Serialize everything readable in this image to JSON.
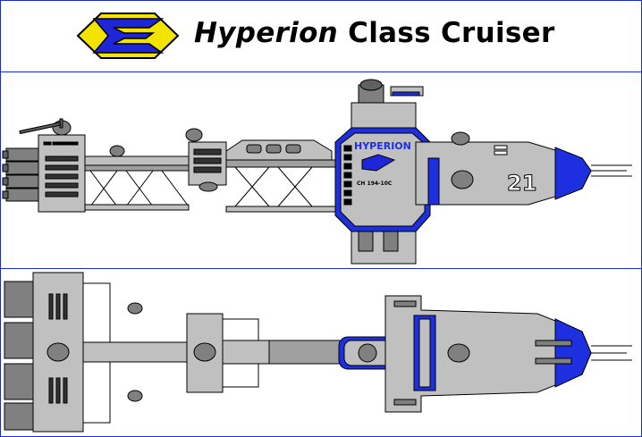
{
  "title": {
    "word1": "Hyperion",
    "word2": "Class Cruiser"
  },
  "colors": {
    "border": "#1a2ccc",
    "hull": "#c0c0c0",
    "hull_dark": "#808080",
    "stripe_blue": "#1e2fe0",
    "logo_yellow": "#f2e400",
    "logo_blue": "#1f26d8",
    "outline": "#000000"
  },
  "side_view": {
    "ship_name": "HYPERION",
    "registry": "CH 194-10C",
    "hull_number": "21"
  },
  "logo_icon": "hyperion-emblem-icon"
}
